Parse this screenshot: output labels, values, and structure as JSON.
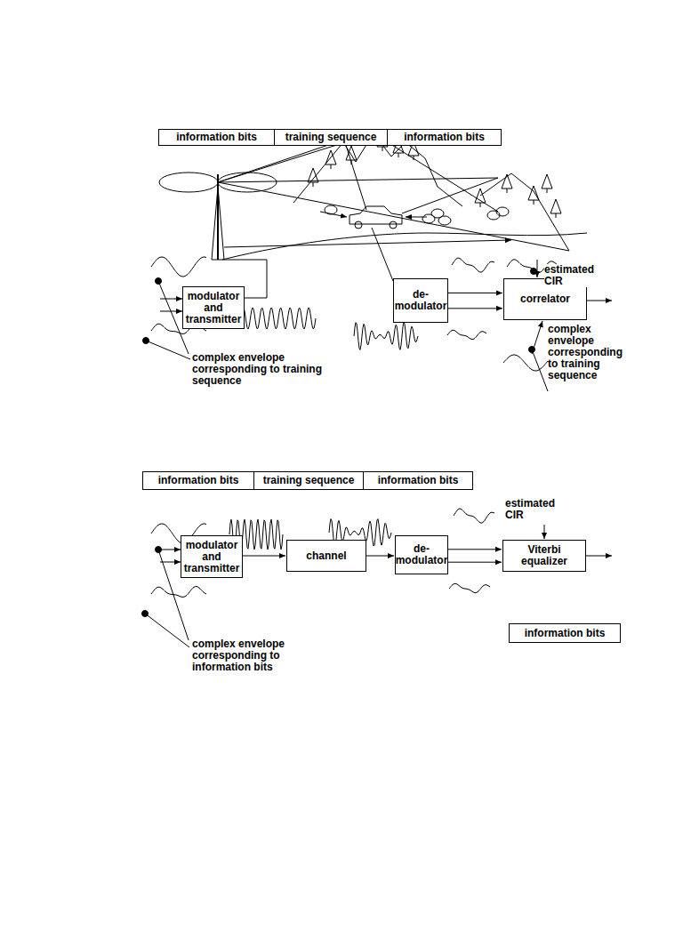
{
  "diagram": {
    "nodes": [
      {
        "text": [
          "information bits"
        ]
      },
      {
        "text": [
          "training sequence"
        ]
      },
      {
        "text": [
          "information bits"
        ]
      },
      {
        "text": [
          "modulator and transmitter"
        ]
      },
      {
        "text": [
          "de-modulator"
        ]
      },
      {
        "text": [
          "correlator"
        ]
      },
      {
        "text": [
          "information bits"
        ]
      },
      {
        "text": [
          "training sequence"
        ]
      },
      {
        "text": [
          "information bits"
        ]
      },
      {
        "text": [
          "modulator and transmitter"
        ]
      },
      {
        "text": [
          "channel"
        ]
      },
      {
        "text": [
          "de-modulator"
        ]
      },
      {
        "text": [
          "Viterbi equalizer"
        ]
      },
      {
        "text": [
          "information bits"
        ]
      }
    ],
    "edges": [
      {
        "from": 4,
        "to": 5,
        "arrow": "to"
      },
      {
        "from": 4,
        "to": 5,
        "arrow": "to"
      },
      {
        "from": 9,
        "to": 10,
        "arrow": "to"
      },
      {
        "from": 10,
        "to": 11,
        "arrow": "to"
      },
      {
        "from": 11,
        "to": 12,
        "arrow": "to"
      },
      {
        "from": 11,
        "to": 12,
        "arrow": "to"
      }
    ],
    "labels": [
      "estimated CIR",
      "complex envelope corresponding to training sequence",
      "complex envelope corresponding to training sequence",
      "estimated CIR",
      "complex envelope corresponding to information bits"
    ]
  }
}
